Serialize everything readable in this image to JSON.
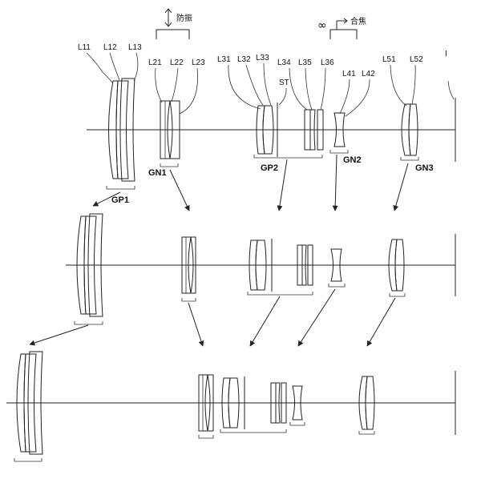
{
  "labels": {
    "vibration_reduction": "防振",
    "infinity": "∞",
    "focusing": "合焦",
    "stop": "ST",
    "image": "I",
    "lenses": [
      "L11",
      "L12",
      "L13",
      "L21",
      "L22",
      "L23",
      "L31",
      "L32",
      "L33",
      "L34",
      "L35",
      "L36",
      "L41",
      "L42",
      "L51",
      "L52"
    ],
    "groups": [
      "GP1",
      "GN1",
      "GP2",
      "GN2",
      "GN3"
    ]
  }
}
